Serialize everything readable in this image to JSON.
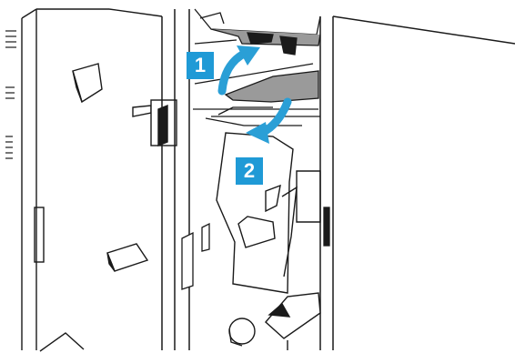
{
  "steps": [
    {
      "number": "1",
      "arrow": "up-curved-arrow"
    },
    {
      "number": "2",
      "arrow": "down-curved-arrow"
    }
  ],
  "colors": {
    "line": "#1a1a1a",
    "dark_fill": "#1a1a1a",
    "gray_fill": "#9a9a9a",
    "accent": "#2a9fd6",
    "badge_fill": "#1f9ad6",
    "badge_text": "#ffffff",
    "background": "#ffffff"
  }
}
